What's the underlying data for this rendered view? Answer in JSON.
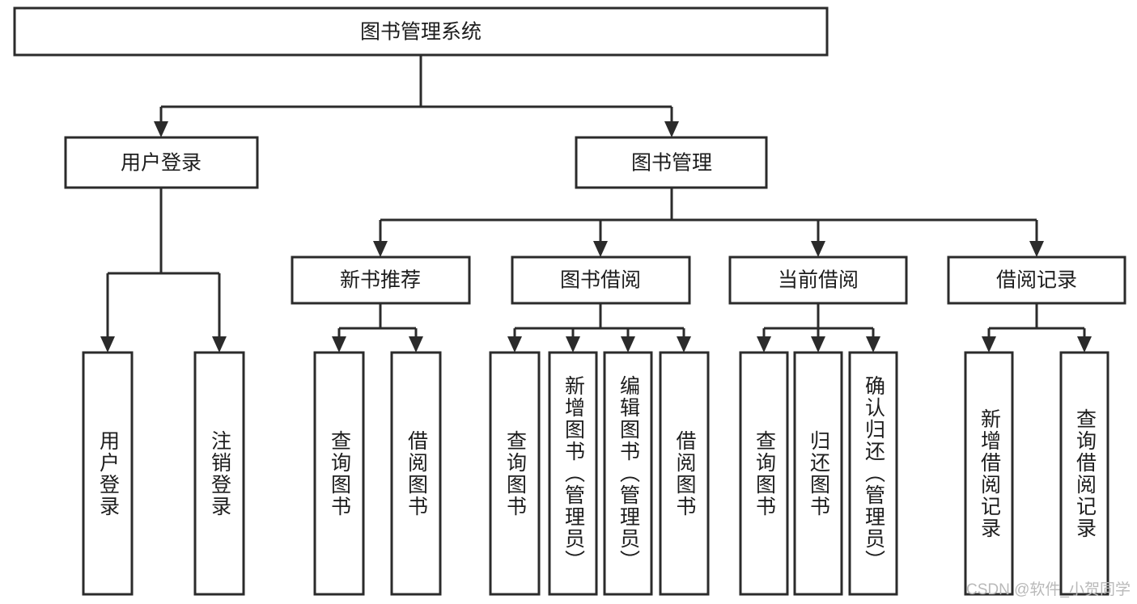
{
  "diagram": {
    "type": "tree",
    "title": "图书管理系统",
    "orientation": "top-down",
    "colors": {
      "background": "#ffffff",
      "box_stroke": "#2b2b2b",
      "box_fill": "#ffffff",
      "text": "#1d1d1d",
      "connector": "#2b2b2b",
      "watermark": "#b9b9b9"
    },
    "levels": [
      {
        "level": 1,
        "nodes": [
          {
            "id": "root",
            "label": "图书管理系统",
            "orientation": "horizontal"
          }
        ]
      },
      {
        "level": 2,
        "nodes": [
          {
            "id": "login",
            "label": "用户登录",
            "orientation": "horizontal",
            "parent": "root"
          },
          {
            "id": "bookmgmt",
            "label": "图书管理",
            "orientation": "horizontal",
            "parent": "root"
          }
        ]
      },
      {
        "level": 3,
        "nodes": [
          {
            "id": "newbook",
            "label": "新书推荐",
            "orientation": "horizontal",
            "parent": "bookmgmt"
          },
          {
            "id": "borrow",
            "label": "图书借阅",
            "orientation": "horizontal",
            "parent": "bookmgmt"
          },
          {
            "id": "current",
            "label": "当前借阅",
            "orientation": "horizontal",
            "parent": "bookmgmt"
          },
          {
            "id": "records",
            "label": "借阅记录",
            "orientation": "horizontal",
            "parent": "bookmgmt"
          }
        ]
      },
      {
        "level": 4,
        "nodes": [
          {
            "id": "leaf-1",
            "label": "用户登录",
            "orientation": "vertical",
            "parent": "login"
          },
          {
            "id": "leaf-2",
            "label": "注销登录",
            "orientation": "vertical",
            "parent": "login"
          },
          {
            "id": "leaf-3",
            "label": "查询图书",
            "orientation": "vertical",
            "parent": "newbook"
          },
          {
            "id": "leaf-4",
            "label": "借阅图书",
            "orientation": "vertical",
            "parent": "newbook"
          },
          {
            "id": "leaf-5",
            "label": "查询图书",
            "orientation": "vertical",
            "parent": "borrow"
          },
          {
            "id": "leaf-6",
            "label": "新增图书（管理员）",
            "orientation": "vertical",
            "parent": "borrow"
          },
          {
            "id": "leaf-7",
            "label": "编辑图书（管理员）",
            "orientation": "vertical",
            "parent": "borrow"
          },
          {
            "id": "leaf-8",
            "label": "借阅图书",
            "orientation": "vertical",
            "parent": "borrow"
          },
          {
            "id": "leaf-9",
            "label": "查询图书",
            "orientation": "vertical",
            "parent": "current"
          },
          {
            "id": "leaf-10",
            "label": "归还图书",
            "orientation": "vertical",
            "parent": "current"
          },
          {
            "id": "leaf-11",
            "label": "确认归还（管理员）",
            "orientation": "vertical",
            "parent": "current"
          },
          {
            "id": "leaf-12",
            "label": "新增借阅记录",
            "orientation": "vertical",
            "parent": "records"
          },
          {
            "id": "leaf-13",
            "label": "查询借阅记录",
            "orientation": "vertical",
            "parent": "records"
          }
        ]
      }
    ]
  },
  "watermark": {
    "text": "CSDN @软件_小贺同学"
  }
}
